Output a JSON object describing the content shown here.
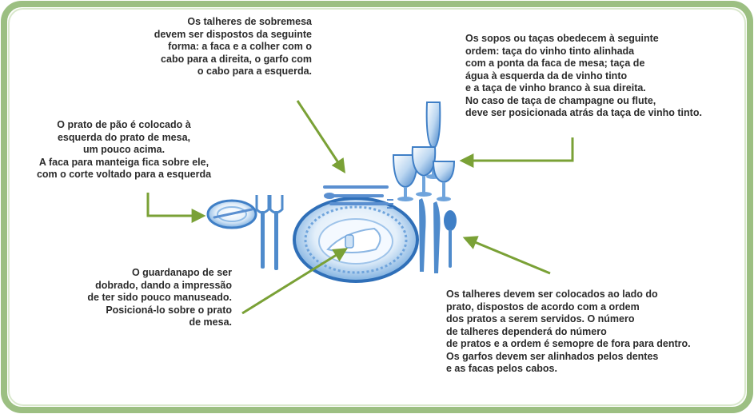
{
  "colors": {
    "frame_border": "#9cbf82",
    "frame_fill": "#ffffff",
    "arrow": "#7aa136",
    "tableware_blue": "#3f7fc6",
    "tableware_light": "#cfe3f6",
    "text": "#2b2b2b"
  },
  "annotations": {
    "dessert_cutlery": "Os talheres de sobremesa\ndevem ser dispostos da seguinte\nforma: a faca e a colher com o\ncabo para a direita, o garfo com\no cabo para a esquerda.",
    "bread_plate": "O prato de pão é colocado à\nesquerda do prato de mesa,\num pouco acima.\nA faca para manteiga fica sobre ele,\ncom o corte voltado para a esquerda",
    "glasses": "Os sopos ou taças obedecem à seguinte\nordem: taça do vinho tinto alinhada\ncom  a ponta da faca de mesa; taça de\nágua à esquerda da de vinho tinto\ne a taça de vinho branco à sua direita.\nNo caso de taça de champagne ou flute,\ndeve ser posicionada atrás da taça de vinho tinto.",
    "napkin": "O guardanapo de ser\ndobrado, dando a impressão\nde ter sido pouco manuseado.\nPosicioná-lo sobre o prato\nde mesa.",
    "cutlery": "Os talheres devem ser colocados ao lado do\nprato, dispostos de acordo com a ordem\ndos pratos a serem servidos. O número\nde talheres dependerá do número\nde pratos e a ordem é semopre de fora para dentro.\nOs garfos devem ser alinhados pelos dentes\ne as facas pelos cabos."
  }
}
